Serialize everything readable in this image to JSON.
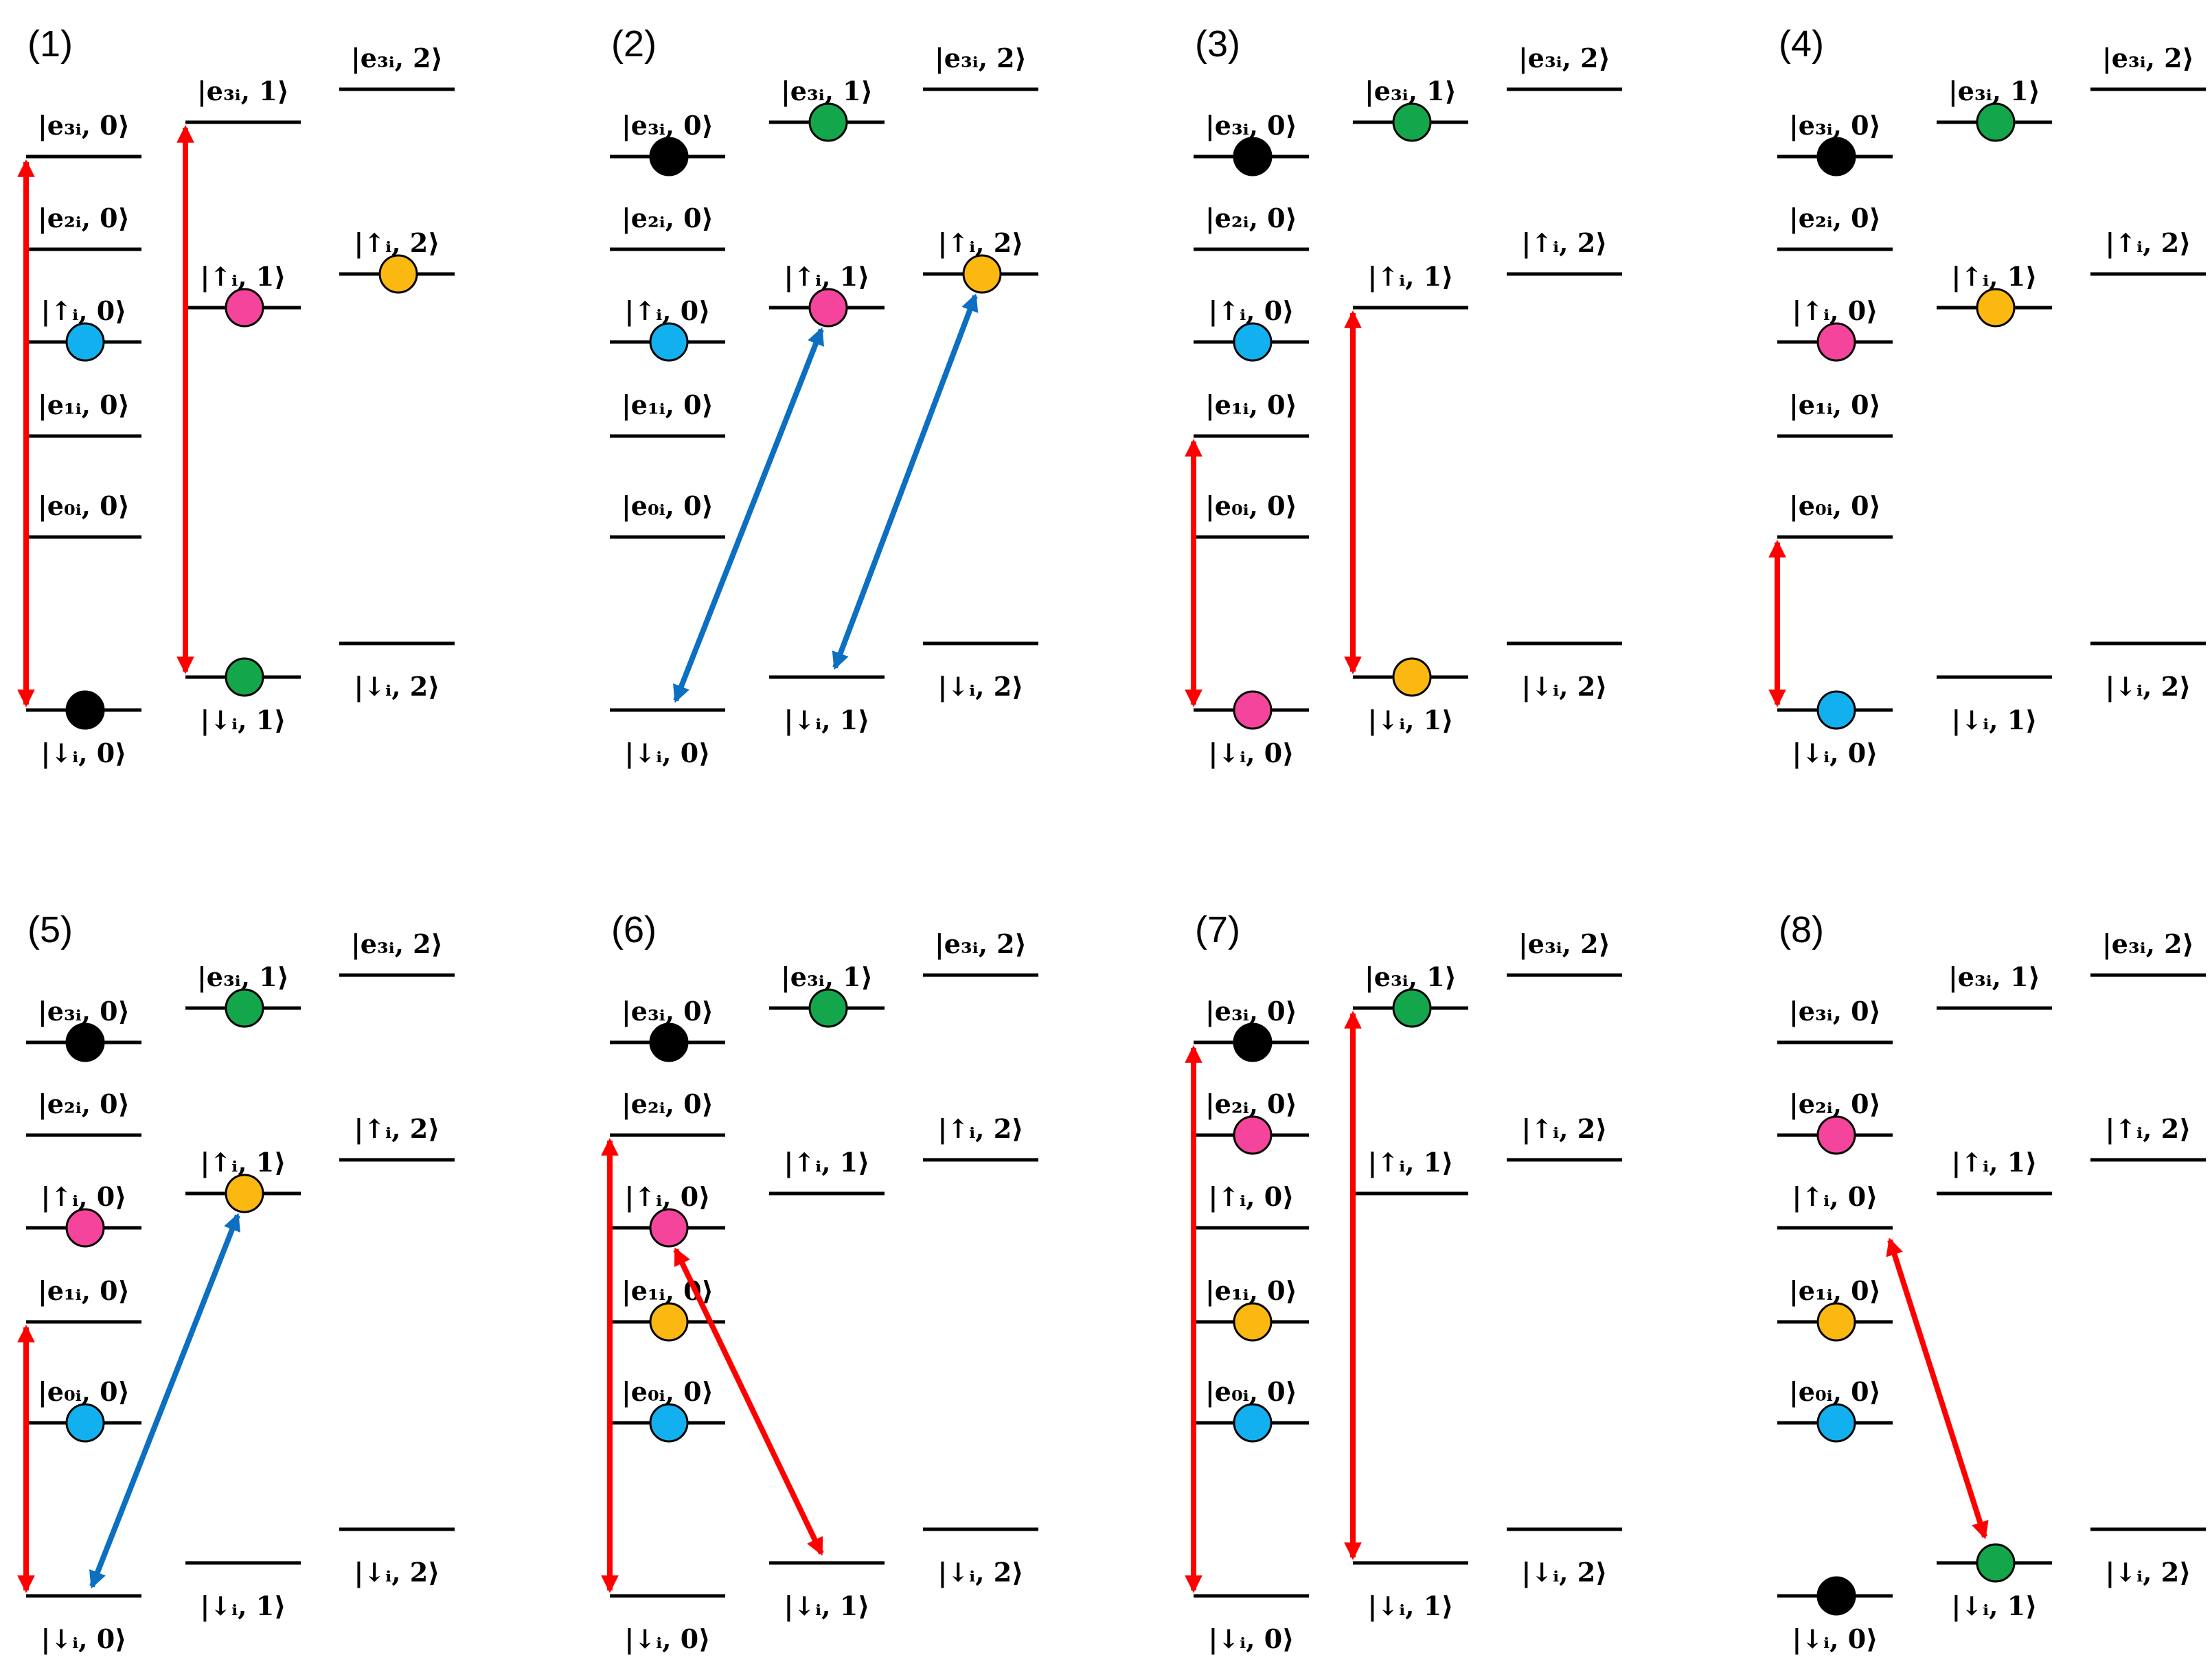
{
  "colors": {
    "black": "#000000",
    "blue": "#12b0ee",
    "green": "#14a64a",
    "pink": "#f5449c",
    "orange": "#fbb811",
    "red": "#ff0000",
    "steel": "#0d6fc1"
  },
  "labels": {
    "d0": "|↓ᵢ, 0⟩",
    "e0": "|e₀ᵢ, 0⟩",
    "e1": "|e₁ᵢ, 0⟩",
    "u0": "|↑ᵢ, 0⟩",
    "e2": "|e₂ᵢ, 0⟩",
    "e3": "|e₃ᵢ, 0⟩",
    "d1": "|↓ᵢ, 1⟩",
    "u1": "|↑ᵢ, 1⟩",
    "e31": "|e₃ᵢ, 1⟩",
    "d2": "|↓ᵢ, 2⟩",
    "u2": "|↑ᵢ, 2⟩",
    "e32": "|e₃ᵢ, 2⟩"
  },
  "panels": [
    {
      "title": "(1)",
      "balls": [
        {
          "level": "d0",
          "color": "black"
        },
        {
          "level": "u0",
          "color": "blue"
        },
        {
          "level": "u1",
          "color": "pink"
        },
        {
          "level": "d1",
          "color": "green"
        },
        {
          "level": "u2",
          "color": "orange"
        }
      ],
      "arrows": [
        {
          "from": "d0",
          "to": "e3",
          "color": "red"
        },
        {
          "from": "d1",
          "to": "e31",
          "color": "red"
        }
      ]
    },
    {
      "title": "(2)",
      "balls": [
        {
          "level": "e3",
          "color": "black"
        },
        {
          "level": "u0",
          "color": "blue"
        },
        {
          "level": "e31",
          "color": "green"
        },
        {
          "level": "u1",
          "color": "pink"
        },
        {
          "level": "u2",
          "color": "orange"
        }
      ],
      "arrows": [
        {
          "from": "d0",
          "to": "u1",
          "color": "steel"
        },
        {
          "from": "d1",
          "to": "u2",
          "color": "steel"
        }
      ]
    },
    {
      "title": "(3)",
      "balls": [
        {
          "level": "e3",
          "color": "black"
        },
        {
          "level": "u0",
          "color": "blue"
        },
        {
          "level": "d0",
          "color": "pink"
        },
        {
          "level": "e31",
          "color": "green"
        },
        {
          "level": "d1",
          "color": "orange"
        }
      ],
      "arrows": [
        {
          "from": "d0",
          "to": "e1",
          "color": "red"
        },
        {
          "from": "d1",
          "to": "u1",
          "color": "red"
        }
      ]
    },
    {
      "title": "(4)",
      "balls": [
        {
          "level": "e3",
          "color": "black"
        },
        {
          "level": "u0",
          "color": "pink"
        },
        {
          "level": "d0",
          "color": "blue"
        },
        {
          "level": "e31",
          "color": "green"
        },
        {
          "level": "u1",
          "color": "orange"
        }
      ],
      "arrows": [
        {
          "from": "d0",
          "to": "e0",
          "color": "red"
        }
      ]
    },
    {
      "title": "(5)",
      "balls": [
        {
          "level": "e3",
          "color": "black"
        },
        {
          "level": "u0",
          "color": "pink"
        },
        {
          "level": "e0",
          "color": "blue"
        },
        {
          "level": "e31",
          "color": "green"
        },
        {
          "level": "u1",
          "color": "orange"
        }
      ],
      "arrows": [
        {
          "from": "d0",
          "to": "e1",
          "color": "red"
        },
        {
          "from": "d0",
          "to": "u1",
          "color": "steel"
        }
      ]
    },
    {
      "title": "(6)",
      "balls": [
        {
          "level": "e3",
          "color": "black"
        },
        {
          "level": "u0",
          "color": "pink"
        },
        {
          "level": "e1",
          "color": "orange"
        },
        {
          "level": "e0",
          "color": "blue"
        },
        {
          "level": "e31",
          "color": "green"
        }
      ],
      "arrows": [
        {
          "from": "d0",
          "to": "e2",
          "color": "red"
        },
        {
          "from": "d1",
          "to": "u0",
          "color": "red"
        }
      ]
    },
    {
      "title": "(7)",
      "balls": [
        {
          "level": "e3",
          "color": "black"
        },
        {
          "level": "e2",
          "color": "pink"
        },
        {
          "level": "e1",
          "color": "orange"
        },
        {
          "level": "e0",
          "color": "blue"
        },
        {
          "level": "e31",
          "color": "green"
        }
      ],
      "arrows": [
        {
          "from": "d0",
          "to": "e3",
          "color": "red"
        },
        {
          "from": "d1",
          "to": "e31",
          "color": "red"
        }
      ]
    },
    {
      "title": "(8)",
      "balls": [
        {
          "level": "e2",
          "color": "pink"
        },
        {
          "level": "e1",
          "color": "orange"
        },
        {
          "level": "e0",
          "color": "blue"
        },
        {
          "level": "d0",
          "color": "black"
        },
        {
          "level": "d1",
          "color": "green"
        }
      ],
      "arrows": [
        {
          "from": "u0",
          "to": "d1",
          "color": "red"
        }
      ]
    }
  ]
}
